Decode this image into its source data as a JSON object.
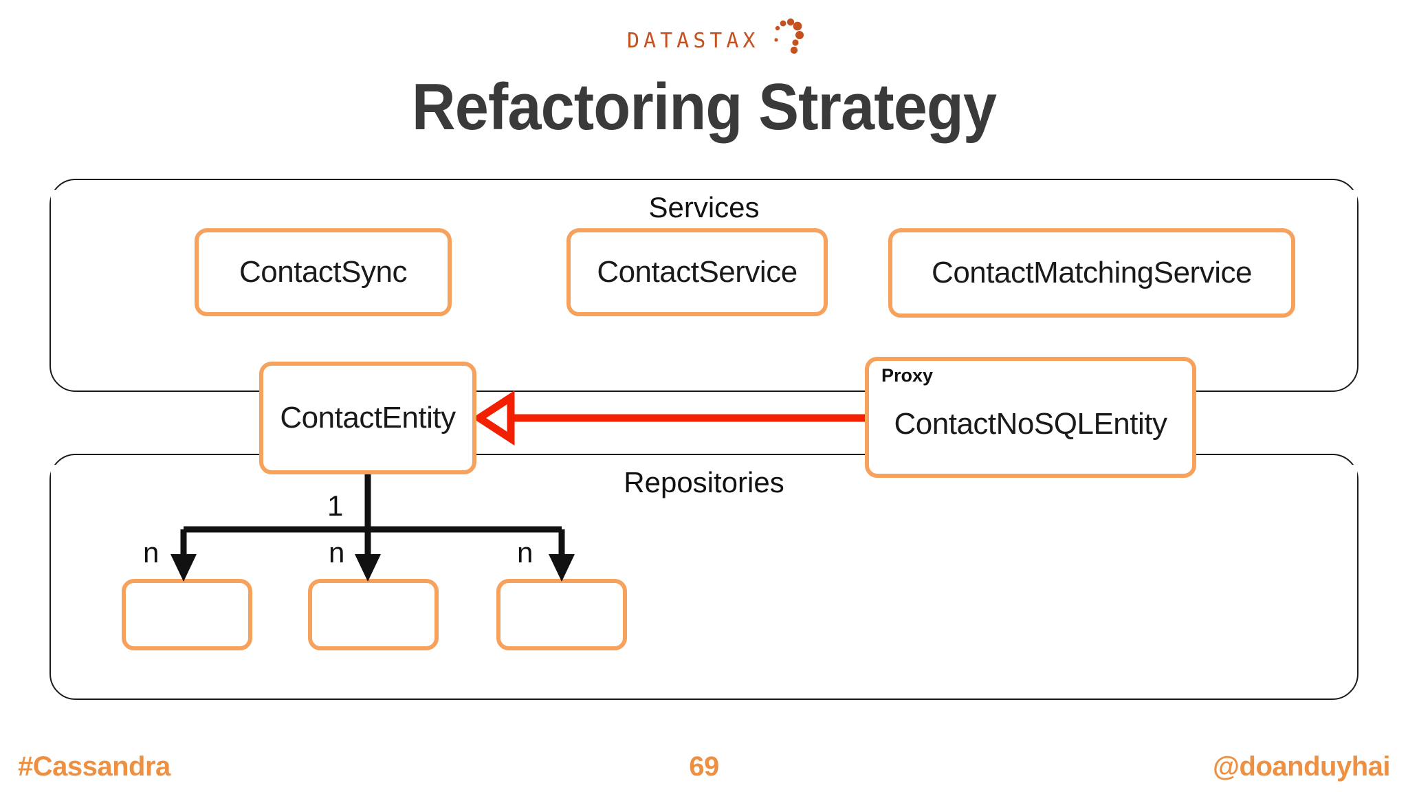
{
  "brand": {
    "wordmark": "DATASTAX",
    "logo_icon": "datastax-dot-swirl-icon",
    "color": "#C4511F"
  },
  "slide": {
    "title": "Refactoring Strategy",
    "title_color": "#3A3A3A"
  },
  "diagram": {
    "accent_box_color": "#F6A15C",
    "group_border_color": "#1A1A1A",
    "relation_color": "#F22000",
    "groups": [
      {
        "name": "services",
        "label": "Services",
        "boxes": [
          {
            "name": "contactsync",
            "label": "ContactSync"
          },
          {
            "name": "contactservice",
            "label": "ContactService"
          },
          {
            "name": "contactmatchingservice",
            "label": "ContactMatchingService"
          }
        ]
      },
      {
        "name": "repositories",
        "label": "Repositories",
        "boxes": [
          {
            "name": "repo-1",
            "label": ""
          },
          {
            "name": "repo-2",
            "label": ""
          },
          {
            "name": "repo-3",
            "label": ""
          }
        ]
      }
    ],
    "entities": [
      {
        "name": "contactentity",
        "label": "ContactEntity",
        "stereotype": ""
      },
      {
        "name": "contactnosqlentity",
        "label": "ContactNoSQLEntity",
        "stereotype": "Proxy"
      }
    ],
    "relations": [
      {
        "name": "inheritance",
        "from": "ContactNoSQLEntity",
        "to": "ContactEntity",
        "style": "hollow-triangle-arrow",
        "color": "#F22000"
      }
    ],
    "multiplicities": {
      "source": "1",
      "target_1": "n",
      "target_2": "n",
      "target_3": "n"
    }
  },
  "footer": {
    "hashtag": "#Cassandra",
    "page_number": "69",
    "handle": "@doanduyhai",
    "color": "#EE9042"
  }
}
